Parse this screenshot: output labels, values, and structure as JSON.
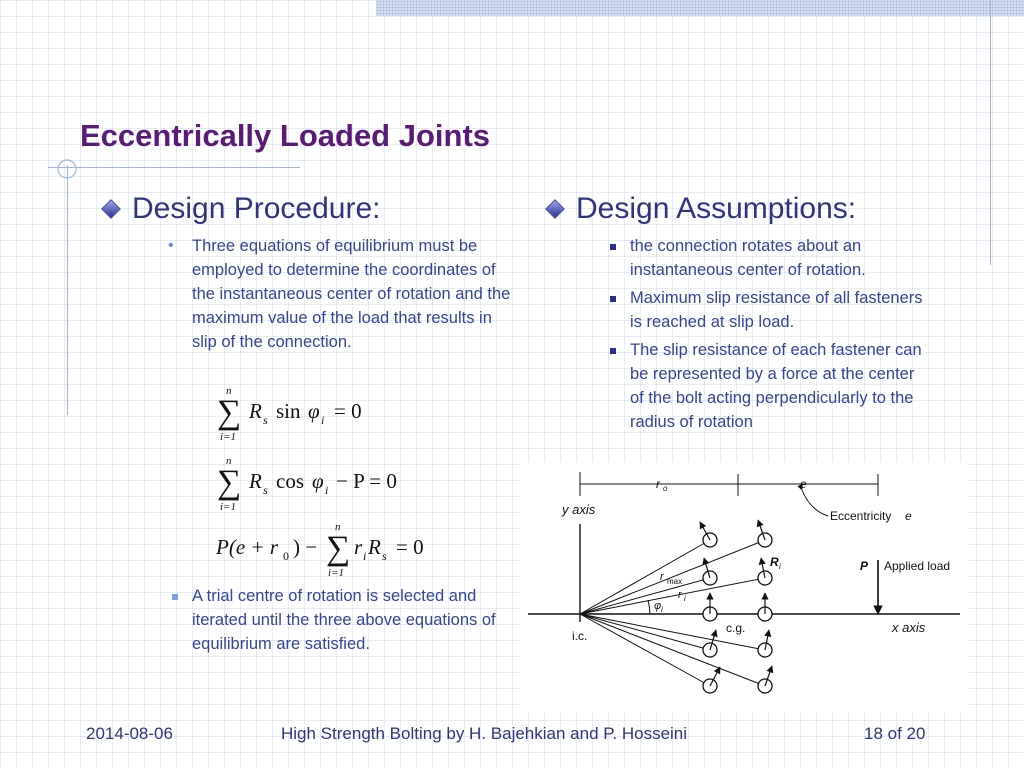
{
  "slide": {
    "title": "Eccentrically Loaded Joints",
    "left": {
      "heading": "Design Procedure:",
      "bullets": [
        "Three equations of equilibrium must be employed to determine the coordinates of the instantaneous center of rotation and the maximum value of the load that results in slip of the connection.",
        "A trial centre of rotation is selected and iterated until the three above equations of equilibrium are satisfied."
      ],
      "equations": {
        "sum_n": "n",
        "sum_i1": "i=1",
        "eq1_body": "R",
        "eq1_sub": "s",
        "eq1_fn": "sin",
        "eq1_phi": "φ",
        "eq1_phi_sub": "i",
        "eq1_rhs": "= 0",
        "eq2_fn": "cos",
        "eq2_rhs": "− P = 0",
        "eq3_lhs": "P(e + r",
        "eq3_r0_sub": "0",
        "eq3_mid": ") −",
        "eq3_ri": "r",
        "eq3_ri_sub": "i",
        "eq3_R": "R",
        "eq3_R_sub": "s",
        "eq3_rhs": "= 0"
      }
    },
    "right": {
      "heading": "Design Assumptions:",
      "bullets": [
        "the connection rotates about an instantaneous center of rotation.",
        "Maximum slip resistance of  all fasteners is reached at slip load.",
        "The slip resistance of each fastener can be represented by a force at the center of the bolt acting perpendicularly to the radius of rotation"
      ]
    },
    "diagram": {
      "y_axis": "y axis",
      "x_axis": "x axis",
      "r0": "r",
      "r0_sub": "o",
      "e": "e",
      "eccentricity": "Eccentricity",
      "eccentricity_e": "e",
      "Ri": "R",
      "Ri_sub": "i",
      "P": "P",
      "applied_load": "Applied load",
      "rmax": "r",
      "rmax_sub": "max",
      "ri": "r",
      "ri_sub": "i",
      "phi": "φ",
      "phi_sub": "i",
      "ic": "i.c.",
      "cg": "c.g."
    },
    "footer": {
      "date": "2014-08-06",
      "center": "High Strength Bolting by H. Bajehkian and P. Hosseini",
      "page": "18 of 20"
    },
    "colors": {
      "title": "#5a1a78",
      "text": "#33449a",
      "heading": "#2e3480",
      "accent_line": "#9fb4df"
    }
  }
}
